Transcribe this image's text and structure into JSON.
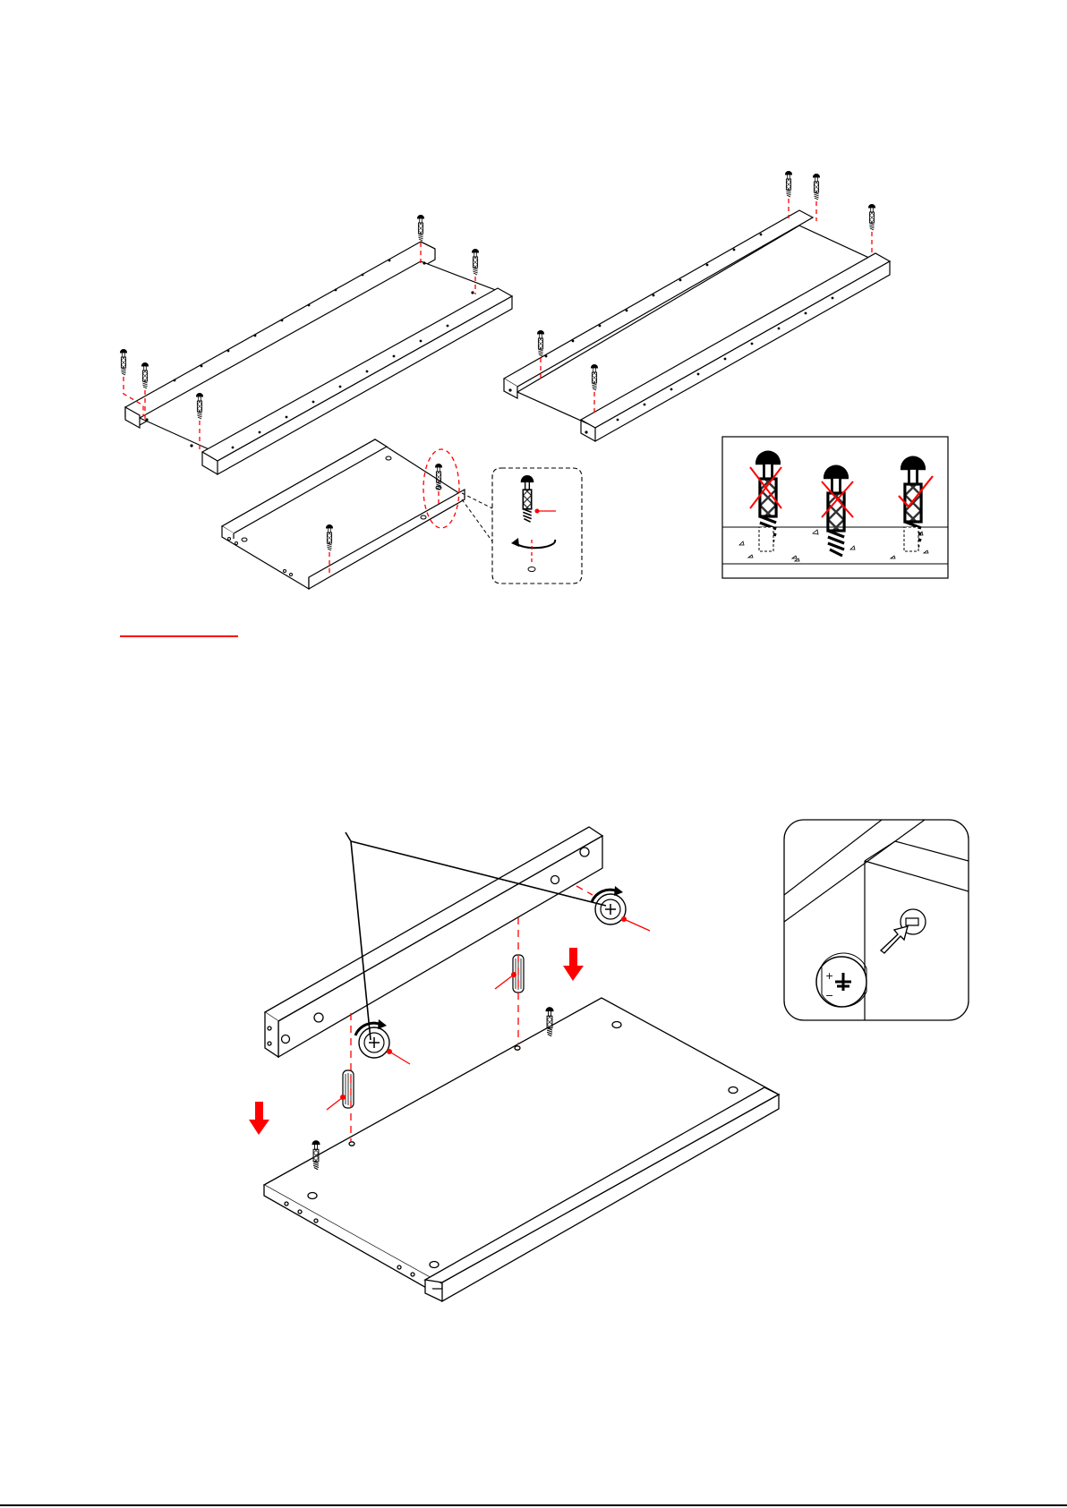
{
  "colors": {
    "ink": "#000000",
    "accent": "#ff0000",
    "paper": "#ffffff",
    "screw_mesh": "#555555"
  },
  "diagrams": [
    {
      "name": "cam-bolt-install-panels"
    },
    {
      "name": "cam-bolt-depth-check",
      "checks": [
        "wrong-too-shallow",
        "wrong-too-deep",
        "correct-flush"
      ]
    },
    {
      "name": "cam-lock-dowel-assembly"
    },
    {
      "name": "cam-lock-orientation-detail"
    }
  ],
  "icons": [
    "cam-bolt-icon",
    "wood-dowel-icon",
    "cam-lock-icon",
    "down-arrow-icon",
    "rotate-arrow-icon",
    "check-mark-icon",
    "cross-mark-icon"
  ]
}
